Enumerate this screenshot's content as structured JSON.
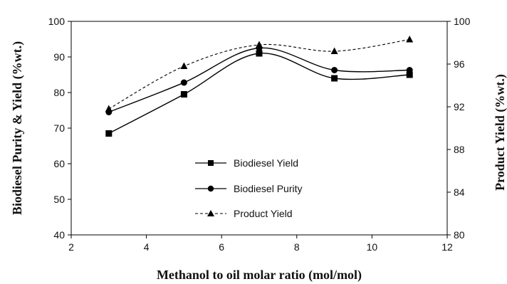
{
  "chart_data": {
    "type": "line",
    "xlabel": "Methanol to oil molar ratio (mol/mol)",
    "ylabel": "Biodiesel Purity & Yield (%wt.)",
    "y2label": "Product Yield (%wt.)",
    "xlim": [
      2,
      12
    ],
    "ylim": [
      40,
      100
    ],
    "y2lim": [
      80,
      100
    ],
    "xticks": [
      2,
      4,
      6,
      8,
      10,
      12
    ],
    "yticks": [
      40,
      50,
      60,
      70,
      80,
      90,
      100
    ],
    "y2ticks": [
      80,
      84,
      88,
      92,
      96,
      100
    ],
    "x": [
      3,
      5,
      7,
      9,
      11
    ],
    "series": [
      {
        "name": "Biodiesel Yield",
        "axis": "left",
        "values": [
          68.5,
          79.5,
          91.0,
          84.0,
          85.0
        ],
        "marker": "square",
        "dash": "solid"
      },
      {
        "name": "Biodiesel Purity",
        "axis": "left",
        "values": [
          74.5,
          82.8,
          92.5,
          86.3,
          86.3
        ],
        "marker": "circle",
        "dash": "solid"
      },
      {
        "name": "Product Yield",
        "axis": "right",
        "values": [
          91.8,
          95.8,
          97.8,
          97.2,
          98.3
        ],
        "marker": "triangle",
        "dash": "dashed"
      }
    ],
    "legend_position": "center",
    "grid": false,
    "line_color": "#000000"
  }
}
